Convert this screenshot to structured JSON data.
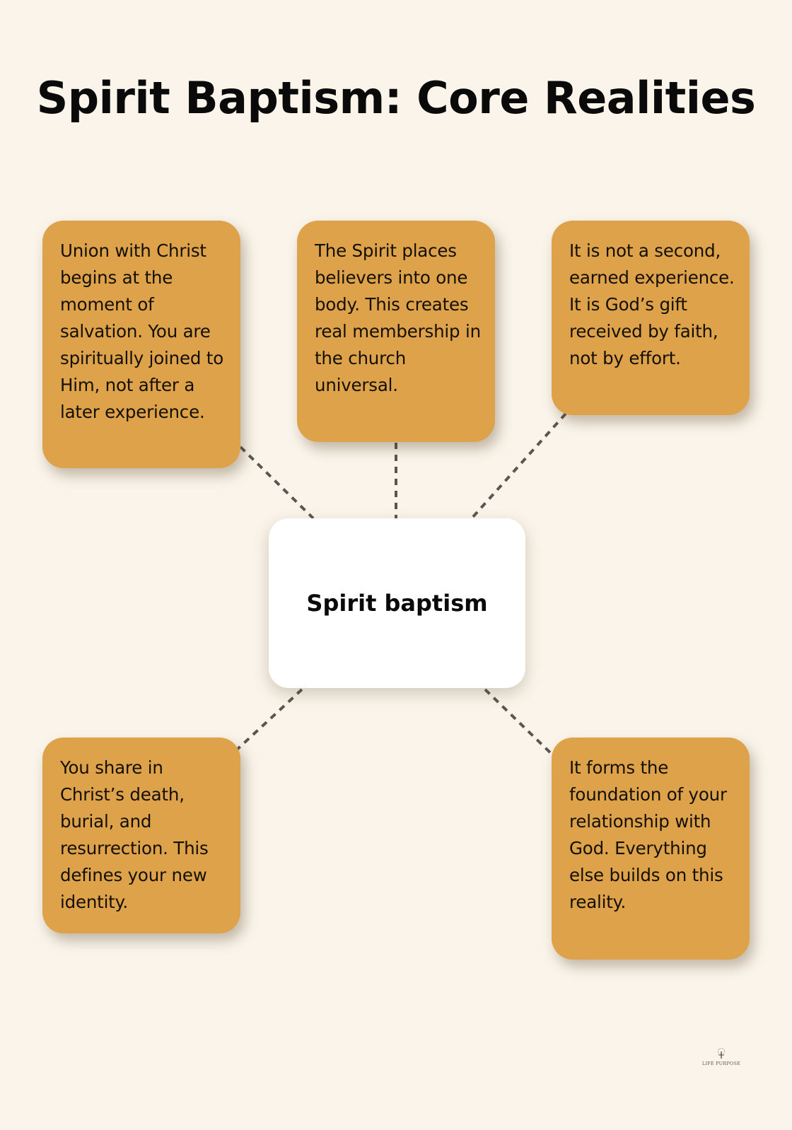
{
  "title": "Spirit Baptism: Core Realities",
  "center": {
    "label": "Spirit baptism"
  },
  "cards": [
    {
      "id": "union",
      "text": "Union with Christ begins at the moment of salvation. You are spiritually joined to Him, not after a later experience."
    },
    {
      "id": "body",
      "text": "The Spirit places believers into one body. This creates real membership in the church universal."
    },
    {
      "id": "gift",
      "text": "It is not a second, earned experience. It is God’s gift received by faith, not by effort."
    },
    {
      "id": "identity",
      "text": "You share in Christ’s death, burial, and resurrection. This defines your new identity."
    },
    {
      "id": "foundation",
      "text": "It forms the foundation of your relationship with God. Everything else builds on this reality."
    }
  ],
  "logo": {
    "name": "LIFE PURPOSE",
    "icon": "tree-icon"
  },
  "colors": {
    "background": "#FAF4EA",
    "card": "#DDA24A",
    "center": "#FFFFFF",
    "connector": "#5A5550",
    "text": "#141008"
  }
}
